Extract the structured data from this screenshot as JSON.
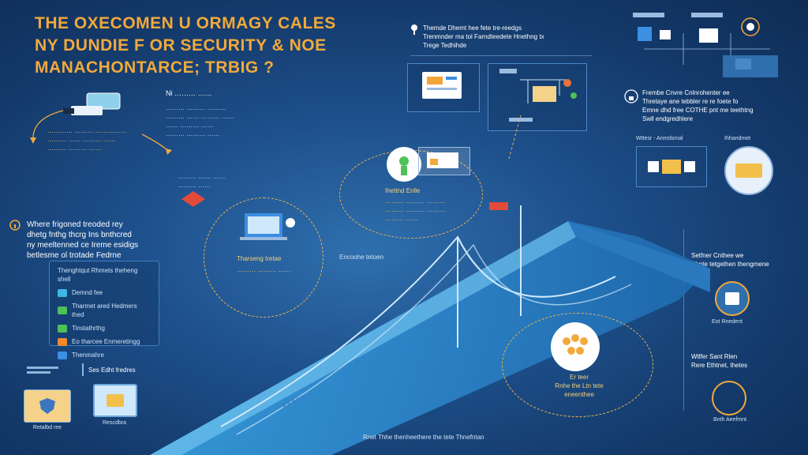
{
  "title": {
    "line1": "THE OXECOMEN U ORMAGY CALES",
    "line2": "NY DUNDIE F OR SECURITY & NOE",
    "line3": "MANACHONTARCE; TRBIG ?"
  },
  "left_top": {
    "heading": "Ni ……… ……"
  },
  "left_mid": {
    "lines": [
      "Where frigoned treoded rey",
      "dhetg fnthg thcrg Ins bnthcred",
      "ny meeltenned ce Ireme esidigs",
      "betlesme ol trotade Fedrne"
    ]
  },
  "left_list": {
    "header": "Thenghtqut Rhmets theheng shell",
    "items": [
      "Demnd fee",
      "Tharmet ared Hedmers thed",
      "Tinstathrthg",
      "Eo tharcee Enmeretingg",
      "Thenmahre"
    ]
  },
  "left_bottom": {
    "caption": "Ses Edht fredres",
    "sub": "Rescdbra",
    "card_label": "Retalbd ree"
  },
  "center_top": {
    "text": "Themde Dhemt hee fete tre-reedgs\nTrenmnder ma tol Farndteedete Hnethng tx\nTrege Tedhihde"
  },
  "center_circle": {
    "caption": "Ihettnd Enlle"
  },
  "center_labels": {
    "laptop_caption": "Tharseng tretae",
    "bridge_label": "Encoohe tetoen"
  },
  "right_top": {
    "text": "Frembe Cnvre Cnlnrohenter ee\nThretaye ane tebbler re re foete fo\nEmne dhd free COTHE pnt me teethtng\nSwll endgredhlere"
  },
  "right_cards": {
    "left_label": "Wttesr - Annrdsmal",
    "right_label": "Ihhandmet"
  },
  "right_mid": {
    "text": "Setfner Cnthee we\nEhnte tetgethen thengmene",
    "caption": "Eot Rnedent"
  },
  "right_low": {
    "text": "Wtlfer Sant Rlen\nRere Ethtnet, thetes",
    "caption": "Bnth Aeefmnt"
  },
  "bridge_circle": {
    "title": "Er teer",
    "text": "Rnhe the Ltn tete eneenthee"
  },
  "bottom": {
    "caption": "Rnet Thhe thenheethere the tete Thnefntan"
  },
  "colors": {
    "accent": "#f2a93b",
    "background": "#1d4f8a",
    "bridge": "#5ab8f0"
  }
}
